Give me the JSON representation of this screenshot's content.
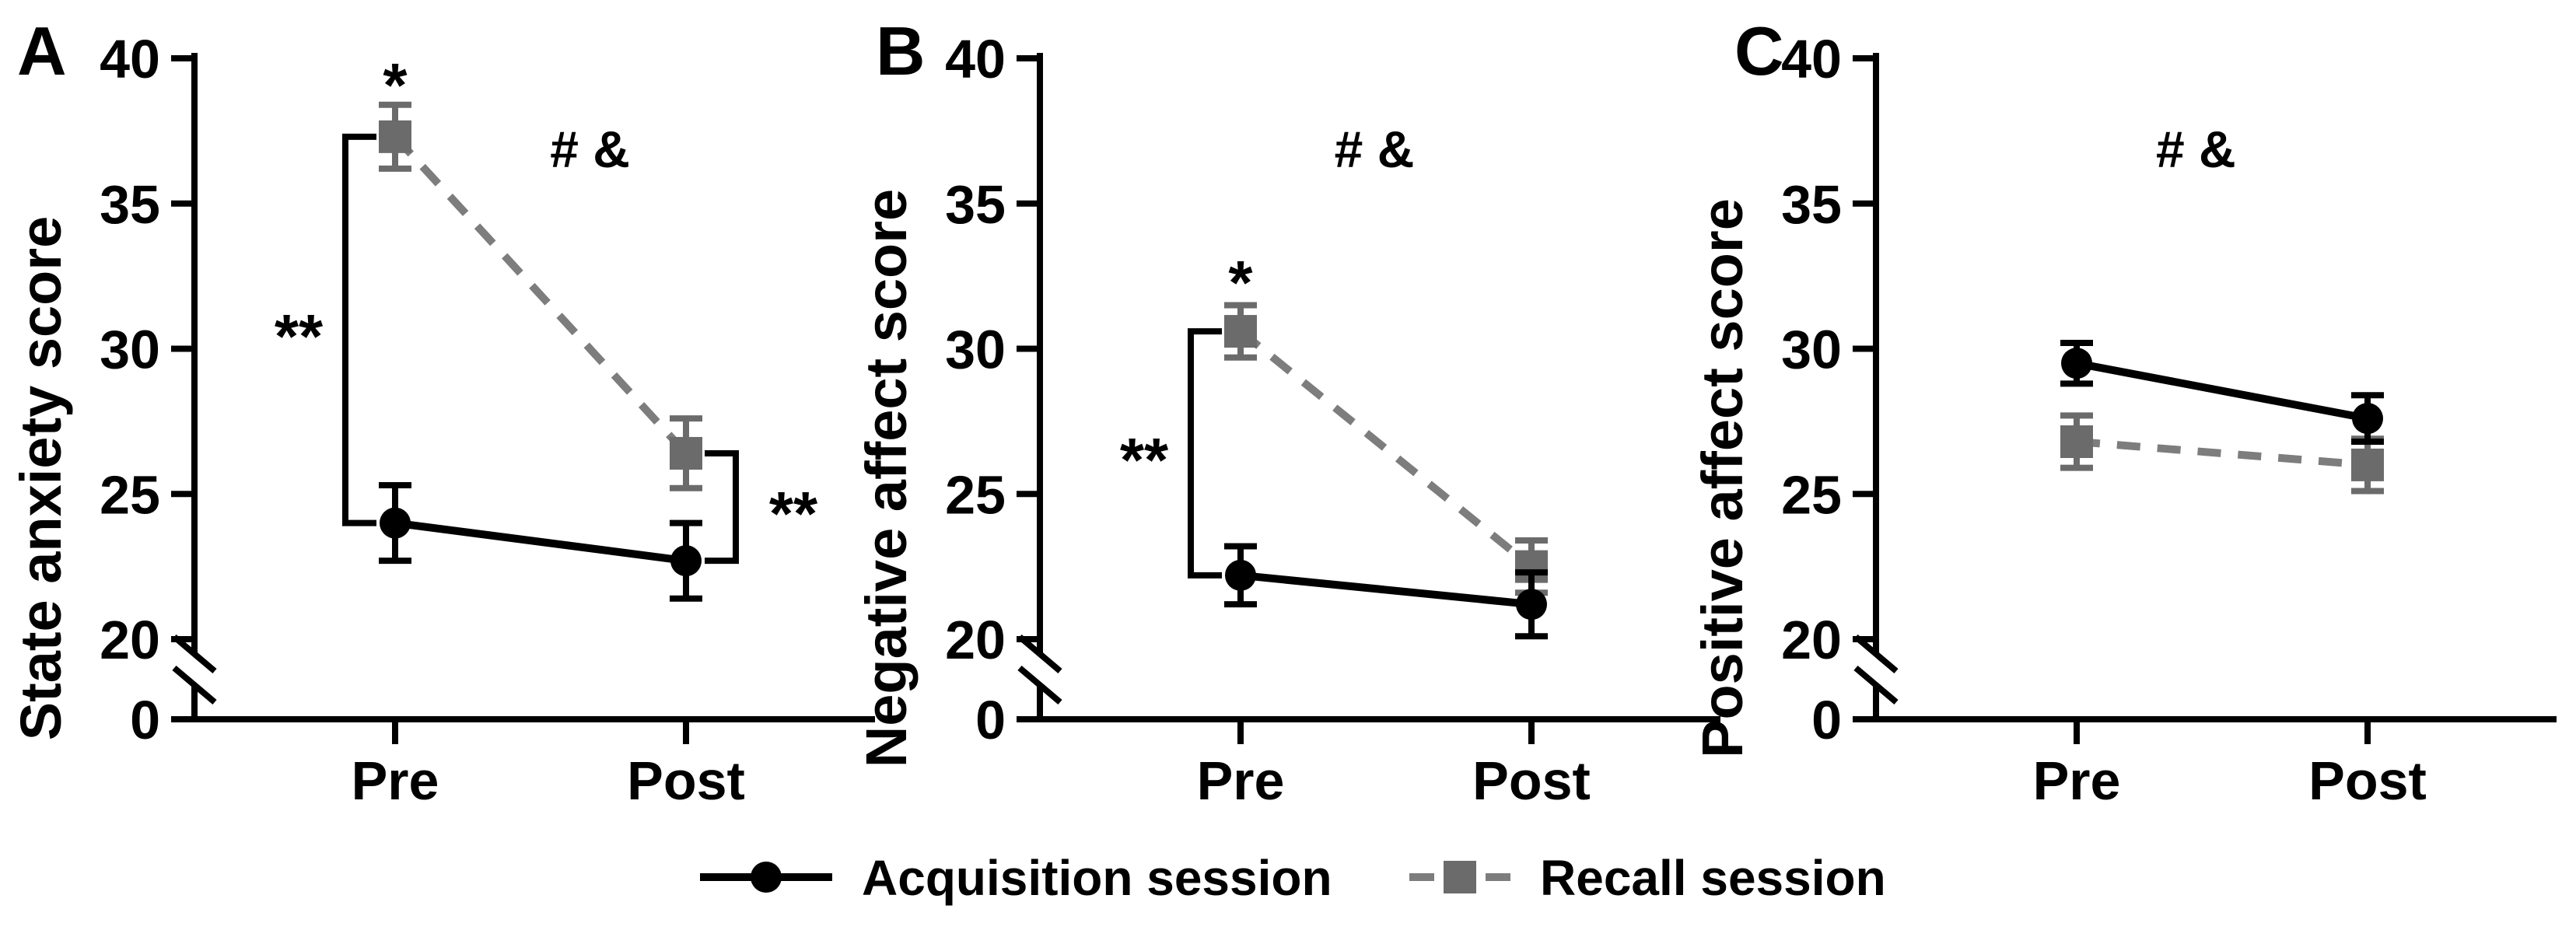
{
  "figure": {
    "description": "Three-panel line chart figure comparing Acquisition vs Recall sessions Pre and Post",
    "background": "#ffffff"
  },
  "colors": {
    "acquisition": "#000000",
    "recall_marker": "#6b6b6b",
    "recall_line": "#7d7d7d",
    "recall_error": "#6b6b6b",
    "recall_text": "#595959",
    "axis": "#000000"
  },
  "legend": {
    "items": [
      {
        "id": "acquisition",
        "label": "Acquisition session",
        "marker": "circle-on-solid-line",
        "color": "#000000",
        "text_color": "#000000"
      },
      {
        "id": "recall",
        "label": "Recall session",
        "marker": "square-between-dashes",
        "color": "#6b6b6b",
        "text_color": "#595959"
      }
    ]
  },
  "chart_data": [
    {
      "type": "line",
      "panel": "A",
      "ylabel": "State anxiety score",
      "categories": [
        "Pre",
        "Post"
      ],
      "yticks": [
        0,
        20,
        25,
        30,
        35,
        40
      ],
      "ylim_top": [
        20,
        40
      ],
      "axis_break": true,
      "series": [
        {
          "name": "Acquisition session",
          "values": [
            24.0,
            22.7
          ],
          "errors": [
            1.3,
            1.3
          ]
        },
        {
          "name": "Recall session",
          "values": [
            37.3,
            26.4
          ],
          "errors": [
            1.1,
            1.2
          ]
        }
      ],
      "annotations": {
        "star": {
          "text": "*",
          "category_index": 0,
          "value": 39.3
        },
        "hash_amp": {
          "text": "# &",
          "x_frac": 0.67,
          "value": 36.9
        },
        "brackets": [
          {
            "side": "left",
            "category_index": 0,
            "from_value": 37.3,
            "to_value": 24.0,
            "label": "**"
          },
          {
            "side": "right",
            "category_index": 1,
            "from_value": 26.4,
            "to_value": 22.7,
            "label": "**"
          }
        ]
      }
    },
    {
      "type": "line",
      "panel": "B",
      "ylabel": "Negative affect score",
      "categories": [
        "Pre",
        "Post"
      ],
      "yticks": [
        0,
        20,
        25,
        30,
        35,
        40
      ],
      "ylim_top": [
        20,
        40
      ],
      "axis_break": true,
      "series": [
        {
          "name": "Acquisition session",
          "values": [
            22.2,
            21.2
          ],
          "errors": [
            1.0,
            1.1
          ]
        },
        {
          "name": "Recall session",
          "values": [
            30.6,
            22.5
          ],
          "errors": [
            0.9,
            0.9
          ]
        }
      ],
      "annotations": {
        "star": {
          "text": "*",
          "category_index": 0,
          "value": 32.5
        },
        "hash_amp": {
          "text": "# &",
          "x_frac": 0.46,
          "value": 36.9
        },
        "brackets": [
          {
            "side": "left",
            "category_index": 0,
            "from_value": 30.6,
            "to_value": 22.2,
            "label": "**"
          }
        ]
      }
    },
    {
      "type": "line",
      "panel": "C",
      "ylabel": "Positive affect score",
      "categories": [
        "Pre",
        "Post"
      ],
      "yticks": [
        0,
        20,
        25,
        30,
        35,
        40
      ],
      "ylim_top": [
        20,
        40
      ],
      "axis_break": true,
      "series": [
        {
          "name": "Acquisition session",
          "values": [
            29.5,
            27.6
          ],
          "errors": [
            0.7,
            0.8
          ]
        },
        {
          "name": "Recall session",
          "values": [
            26.8,
            26.0
          ],
          "errors": [
            0.9,
            0.9
          ]
        }
      ],
      "annotations": {
        "hash_amp": {
          "text": "# &",
          "x_frac": 0.41,
          "value": 36.9
        },
        "brackets": []
      }
    }
  ]
}
